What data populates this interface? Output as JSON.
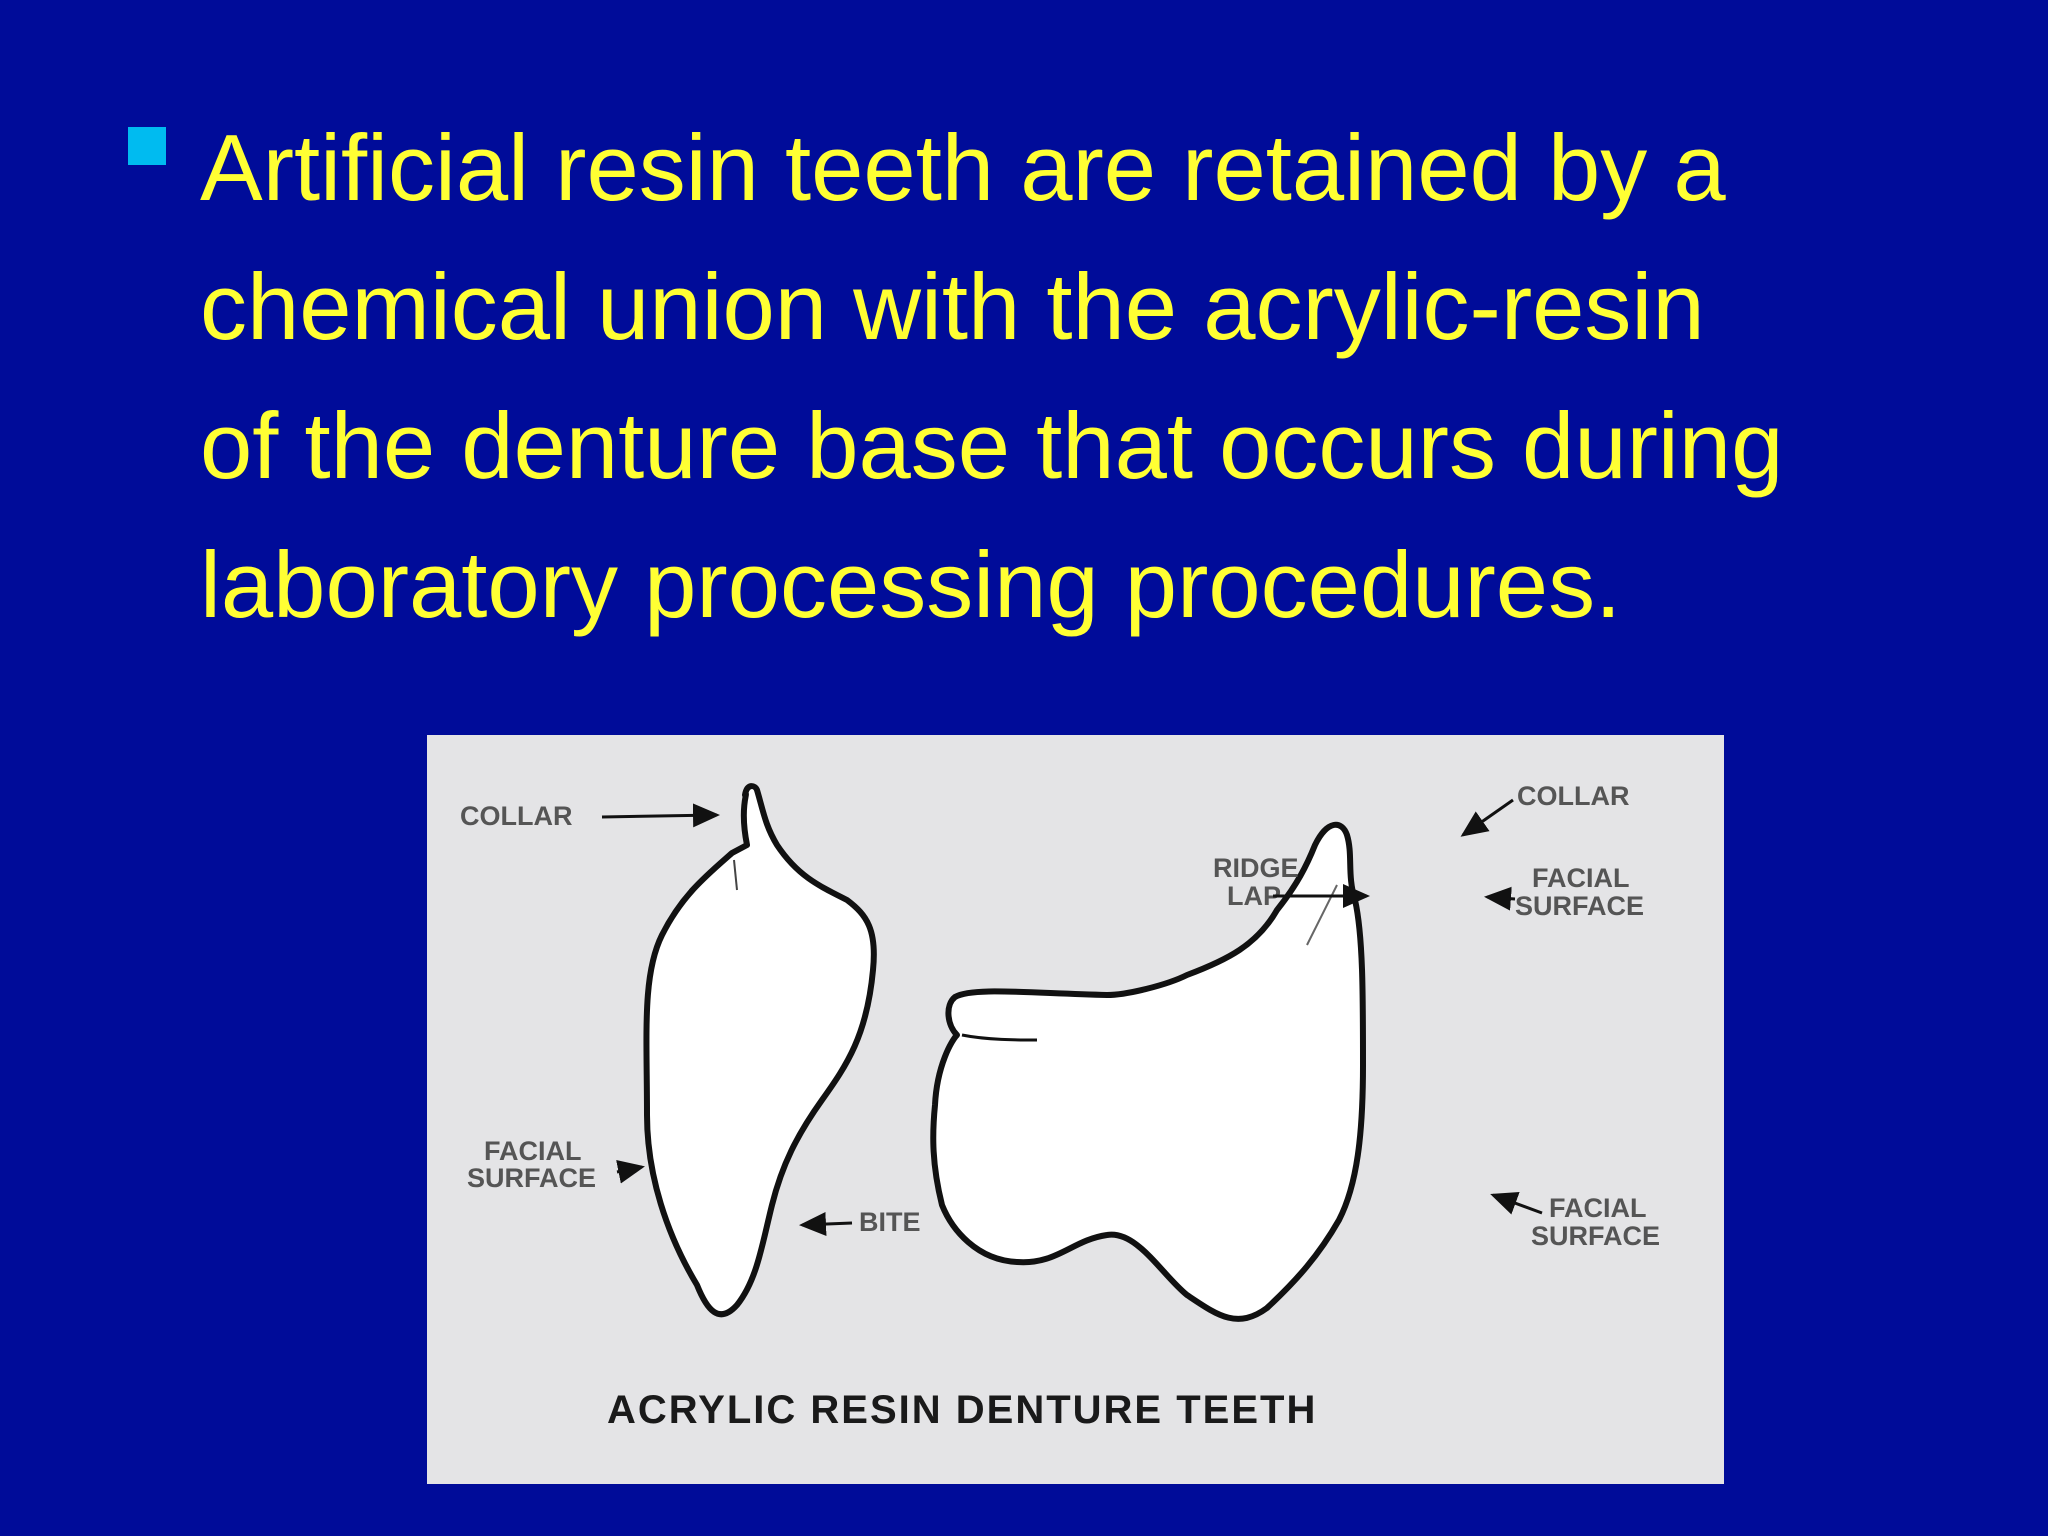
{
  "slide": {
    "background_color": "#000c99",
    "text_color": "#ffff33",
    "bullet_color": "#00bbf0",
    "bullet": {
      "lines": [
        "Artificial resin teeth are retained by a",
        "chemical union with the acrylic-resin",
        "of the denture base that occurs during",
        "laboratory processing procedures."
      ]
    }
  },
  "figure": {
    "caption": "ACRYLIC RESIN DENTURE TEETH",
    "left_tooth": {
      "collar": "COLLAR",
      "facial_surface_1": "FACIAL",
      "facial_surface_2": "SURFACE",
      "bite": "BITE"
    },
    "right_tooth": {
      "collar": "COLLAR",
      "ridge_lap_1": "RIDGE",
      "ridge_lap_2": "LAP",
      "facial_surface_top_1": "FACIAL",
      "facial_surface_top_2": "SURFACE",
      "facial_surface_bottom_1": "FACIAL",
      "facial_surface_bottom_2": "SURFACE"
    }
  }
}
